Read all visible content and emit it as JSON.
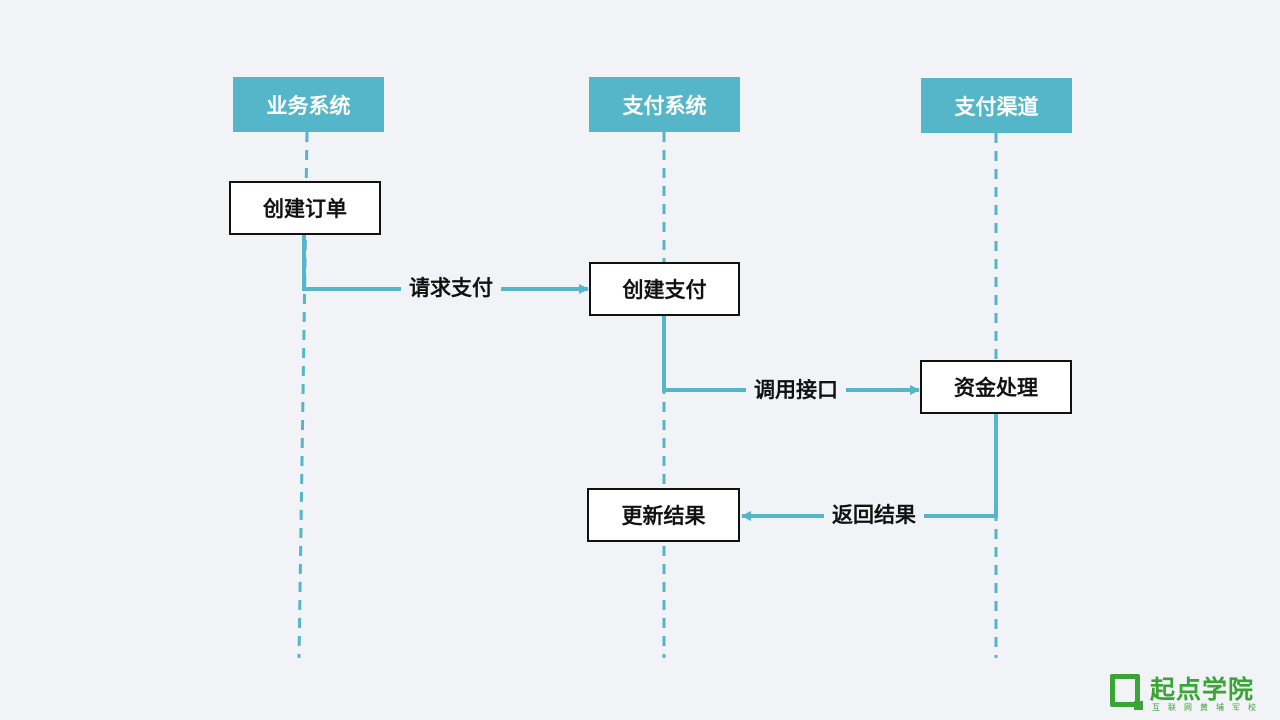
{
  "diagram": {
    "lifelines": [
      {
        "label": "业务系统"
      },
      {
        "label": "支付系统"
      },
      {
        "label": "支付渠道"
      }
    ],
    "steps": {
      "create_order": "创建订单",
      "create_payment": "创建支付",
      "fund_processing": "资金处理",
      "update_result": "更新结果"
    },
    "messages": {
      "request_payment": "请求支付",
      "call_interface": "调用接口",
      "return_result": "返回结果"
    }
  },
  "logo": {
    "brand": "起点学院",
    "tagline": "互联网黄埔军校"
  },
  "colors": {
    "accent": "#56b6c9",
    "background": "#f1f3f7",
    "box_border": "#111111",
    "logo_green": "#3aa535"
  }
}
